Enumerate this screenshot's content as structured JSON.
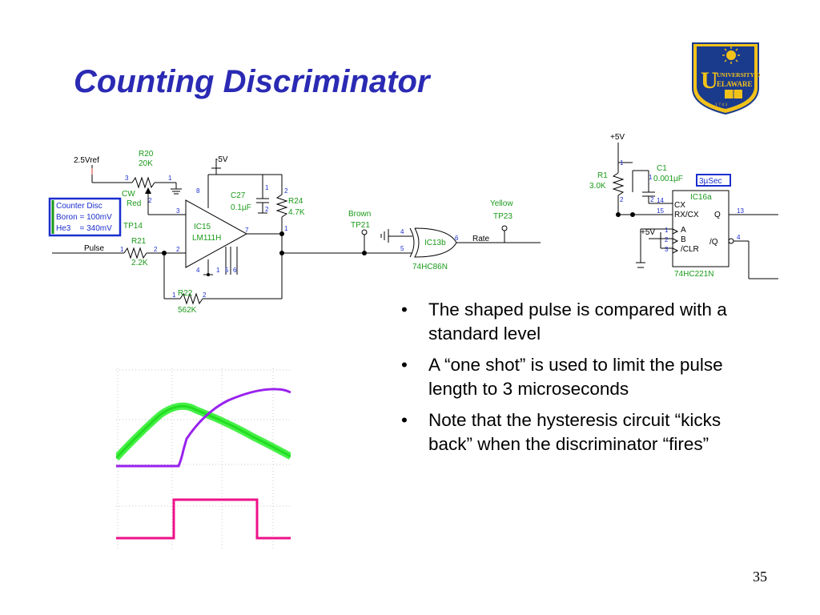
{
  "slide": {
    "title": "Counting Discriminator",
    "page_number": "35",
    "bullets": [
      "The shaped pulse is compared with a standard level",
      "A “one shot” is used to limit the pulse length to 3 microseconds",
      "Note that the hysteresis circuit “kicks back” when the discriminator “fires”"
    ]
  },
  "logo": {
    "line1": "UNIVERSITY OF",
    "line2": "ELAWARE",
    "year": "1 7 4 3",
    "colors": {
      "blue": "#1a3a8c",
      "gold": "#f3c21a"
    }
  },
  "schematic": {
    "vref": "2.5Vref",
    "r20": "R20",
    "r20_val": "20K",
    "cw": "CW",
    "red": "Red",
    "tp14": "TP14",
    "box_lines": [
      "Counter Disc",
      "Boron = 100mV",
      "He3    = 340mV"
    ],
    "pulse": "Pulse",
    "r21": "R21",
    "r21_val": "2.2K",
    "r22": "R22",
    "r22_val": "562K",
    "ic15": "IC15",
    "ic15_part": "LM111H",
    "minus5v": "-5V",
    "c27": "C27",
    "c27_val": "0.1µF",
    "r24": "R24",
    "r24_val": "4.7K",
    "brown": "Brown",
    "tp21": "TP21",
    "ic13": "IC13b",
    "ic13_part": "74HC86N",
    "rate": "Rate",
    "yellow": "Yellow",
    "tp23": "TP23",
    "plus5v": "+5V",
    "r1": "R1",
    "r1_val": "3.0K",
    "c1": "C1",
    "c1_val": "0.001µF",
    "timing": "3µSec",
    "ic16": "IC16a",
    "ic16_part": "74HC221N",
    "cx": "CX",
    "rxcx": "RX/CX",
    "q": "Q",
    "a": "A",
    "b": "B",
    "clr": "/CLR",
    "qbar": "/Q",
    "pins": {
      "p3": "3",
      "p1": "1",
      "p2": "2",
      "p8": "8",
      "p4": "4",
      "p5": "5",
      "p6": "6",
      "p7": "7",
      "p13": "13",
      "p14": "14",
      "p15": "15"
    }
  },
  "scope": {
    "colors": {
      "green": "#33ee33",
      "purple": "#9922ee",
      "pink": "#ee1188",
      "grid": "#c8c8c8"
    }
  }
}
